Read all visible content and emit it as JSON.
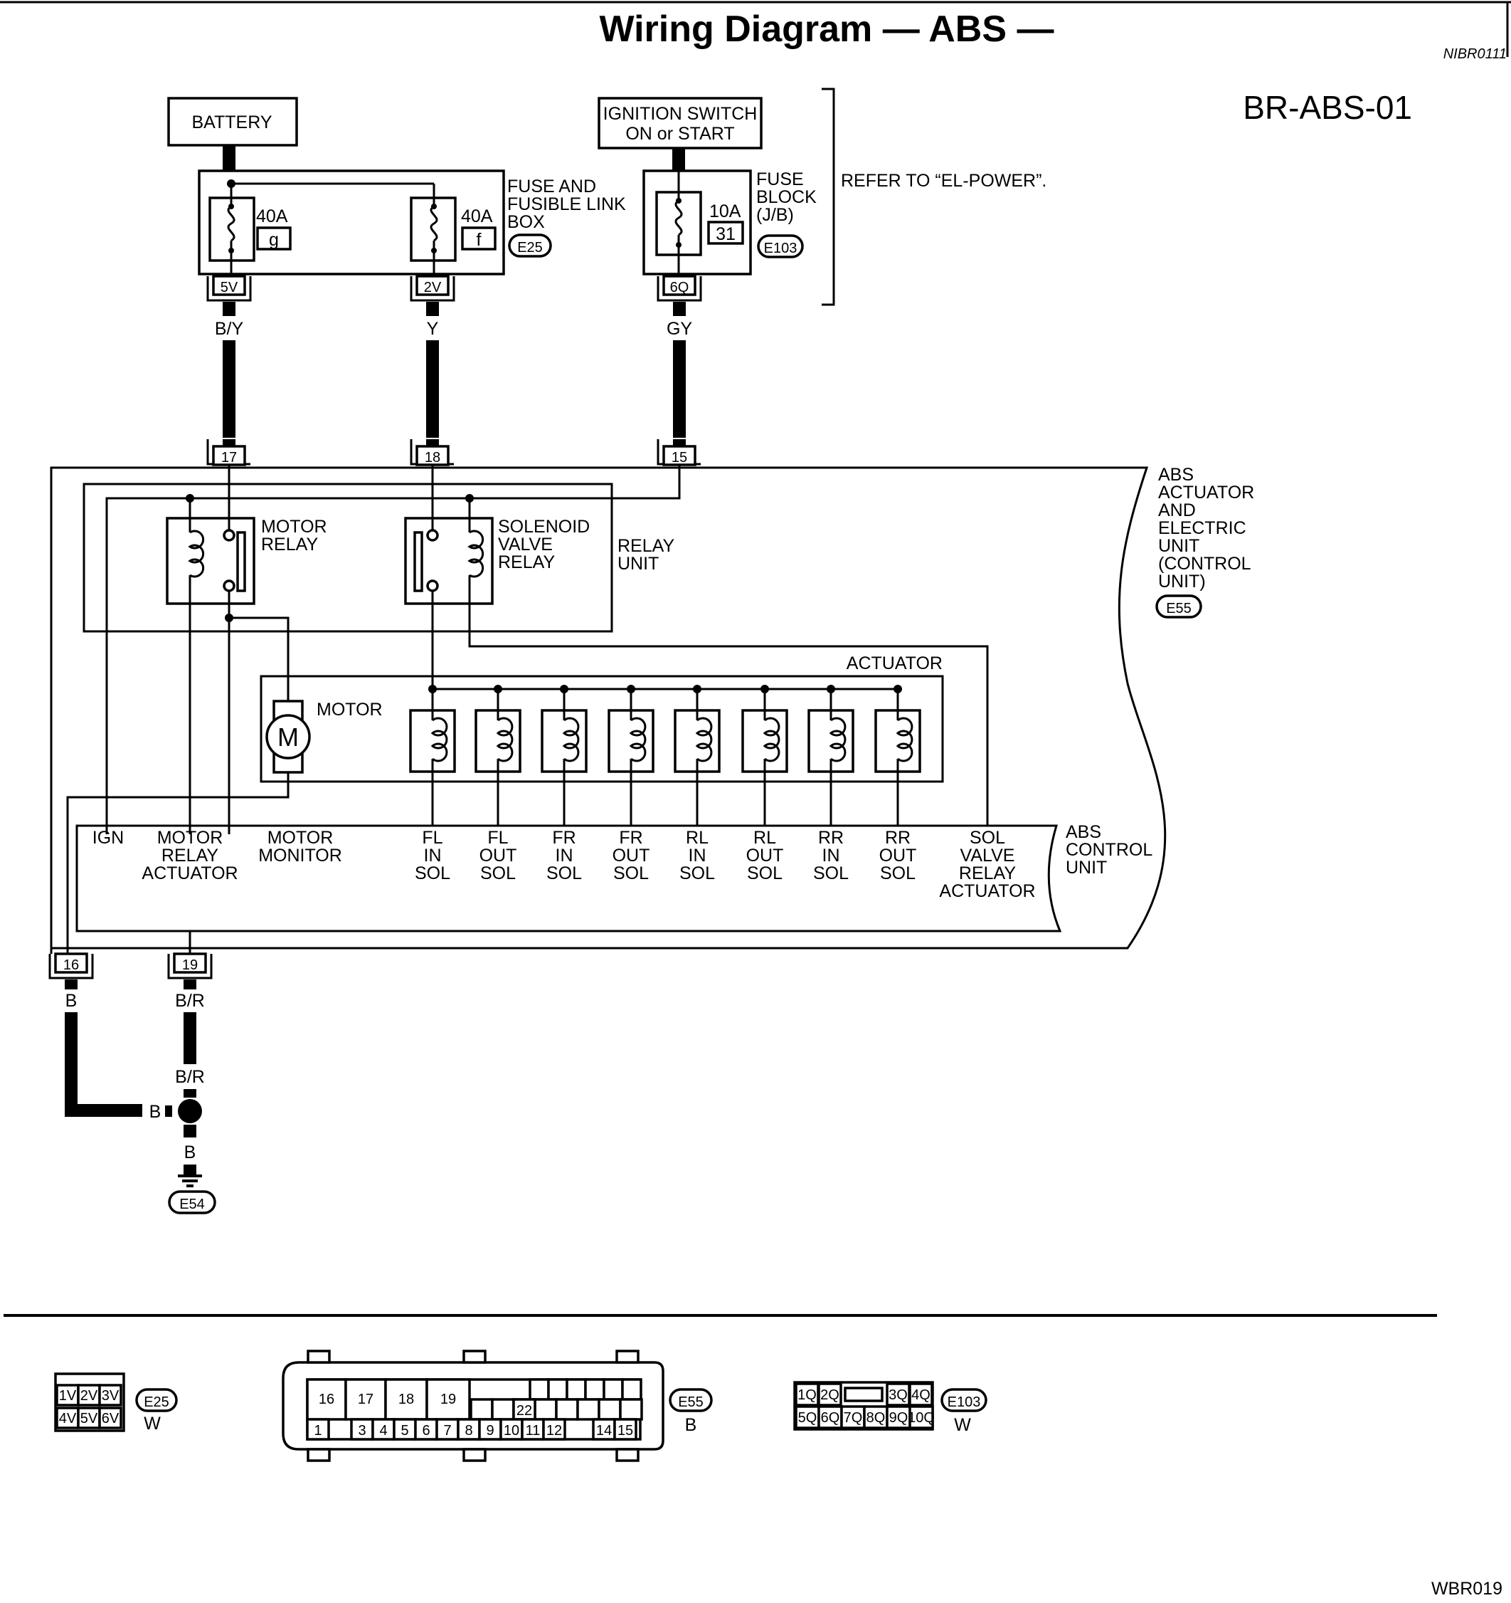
{
  "header": {
    "title": "Wiring Diagram — ABS —",
    "doc_id": "NIBR0111",
    "page_code": "BR-ABS-01",
    "footer_code": "WBR019"
  },
  "power": {
    "battery": "BATTERY",
    "ignition_line1": "IGNITION SWITCH",
    "ignition_line2": "ON or START",
    "refer_note": "REFER TO “EL-POWER”."
  },
  "fuse_box": {
    "label_lines": [
      "FUSE AND",
      "FUSIBLE LINK",
      "BOX"
    ],
    "connector": "E25",
    "fuses": [
      {
        "rating": "40A",
        "id": "g",
        "terminal": "5V",
        "wire": "B/Y"
      },
      {
        "rating": "40A",
        "id": "f",
        "terminal": "2V",
        "wire": "Y"
      }
    ]
  },
  "fuse_block": {
    "label_lines": [
      "FUSE",
      "BLOCK",
      "(J/B)"
    ],
    "connector": "E103",
    "fuse": {
      "rating": "10A",
      "id": "31",
      "terminal": "6Q",
      "wire": "GY"
    }
  },
  "abs_unit": {
    "label_lines": [
      "ABS",
      "ACTUATOR",
      "AND",
      "ELECTRIC",
      "UNIT",
      "(CONTROL",
      "UNIT)"
    ],
    "connector": "E55",
    "input_pins": [
      "17",
      "18",
      "15"
    ],
    "output_pins": [
      "16",
      "19"
    ],
    "relay_unit_lines": [
      "RELAY",
      "UNIT"
    ],
    "motor_relay_lines": [
      "MOTOR",
      "RELAY"
    ],
    "solenoid_relay_lines": [
      "SOLENOID",
      "VALVE",
      "RELAY"
    ],
    "actuator": "ACTUATOR",
    "motor": "MOTOR",
    "motor_symbol": "M",
    "control_unit_lines": [
      "ABS",
      "CONTROL",
      "UNIT"
    ],
    "terminals": [
      [
        "IGN"
      ],
      [
        "MOTOR",
        "RELAY",
        "ACTUATOR"
      ],
      [
        "MOTOR",
        "MONITOR"
      ],
      [
        "FL",
        "IN",
        "SOL"
      ],
      [
        "FL",
        "OUT",
        "SOL"
      ],
      [
        "FR",
        "IN",
        "SOL"
      ],
      [
        "FR",
        "OUT",
        "SOL"
      ],
      [
        "RL",
        "IN",
        "SOL"
      ],
      [
        "RL",
        "OUT",
        "SOL"
      ],
      [
        "RR",
        "IN",
        "SOL"
      ],
      [
        "RR",
        "OUT",
        "SOL"
      ],
      [
        "SOL",
        "VALVE",
        "RELAY",
        "ACTUATOR"
      ]
    ]
  },
  "ground": {
    "wire_16": "B",
    "wire_19": "B/R",
    "joint_upper": "B/R",
    "joint_left": "B",
    "joint_lower": "B",
    "connector": "E54"
  },
  "connector_views": {
    "e25": {
      "name": "E25",
      "color": "W",
      "top": [
        "1V",
        "2V",
        "3V"
      ],
      "bottom": [
        "4V",
        "5V",
        "6V"
      ]
    },
    "e55": {
      "name": "E55",
      "color": "B",
      "top": [
        "16",
        "17",
        "18",
        "19",
        "22"
      ],
      "bottom": [
        "1",
        "3",
        "4",
        "5",
        "6",
        "7",
        "8",
        "9",
        "10",
        "11",
        "12",
        "14",
        "15"
      ]
    },
    "e103": {
      "name": "E103",
      "color": "W",
      "top": [
        "1Q",
        "2Q",
        "3Q",
        "4Q"
      ],
      "bottom": [
        "5Q",
        "6Q",
        "7Q",
        "8Q",
        "9Q",
        "10Q"
      ]
    }
  }
}
